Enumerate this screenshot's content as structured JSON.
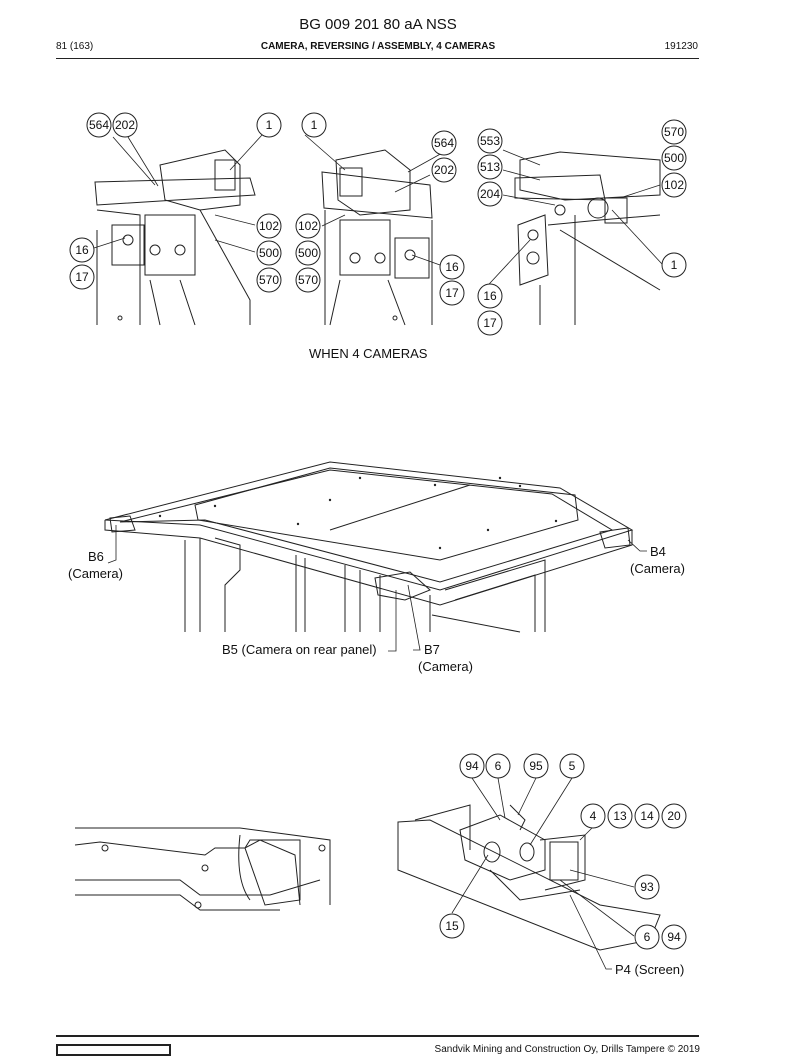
{
  "header": {
    "title": "BG 009 201 80 aA NSS",
    "page": "81 (163)",
    "section": "CAMERA, REVERSING / ASSEMBLY, 4 CAMERAS",
    "code": "191230"
  },
  "figure1": {
    "caption": "WHEN 4 CAMERAS",
    "callouts_left": [
      "564",
      "202",
      "1",
      "102",
      "500",
      "570",
      "16",
      "17"
    ],
    "callouts_middle": [
      "1",
      "564",
      "202",
      "102",
      "500",
      "570",
      "16",
      "17"
    ],
    "callouts_right": [
      "553",
      "513",
      "204",
      "570",
      "500",
      "102",
      "1",
      "16",
      "17"
    ]
  },
  "figure2": {
    "b6_code": "B6",
    "b6_desc": "(Camera)",
    "b4_code": "B4",
    "b4_desc": "(Camera)",
    "b5": "B5 (Camera on rear panel)",
    "b7_code": "B7",
    "b7_desc": "(Camera)"
  },
  "figure3": {
    "callouts": [
      "94",
      "6",
      "95",
      "5",
      "4",
      "13",
      "14",
      "20",
      "93",
      "15",
      "6",
      "94"
    ],
    "p4": "P4 (Screen)"
  },
  "footer": {
    "copyright": "Sandvik Mining and Construction Oy, Drills Tampere © 2019"
  }
}
